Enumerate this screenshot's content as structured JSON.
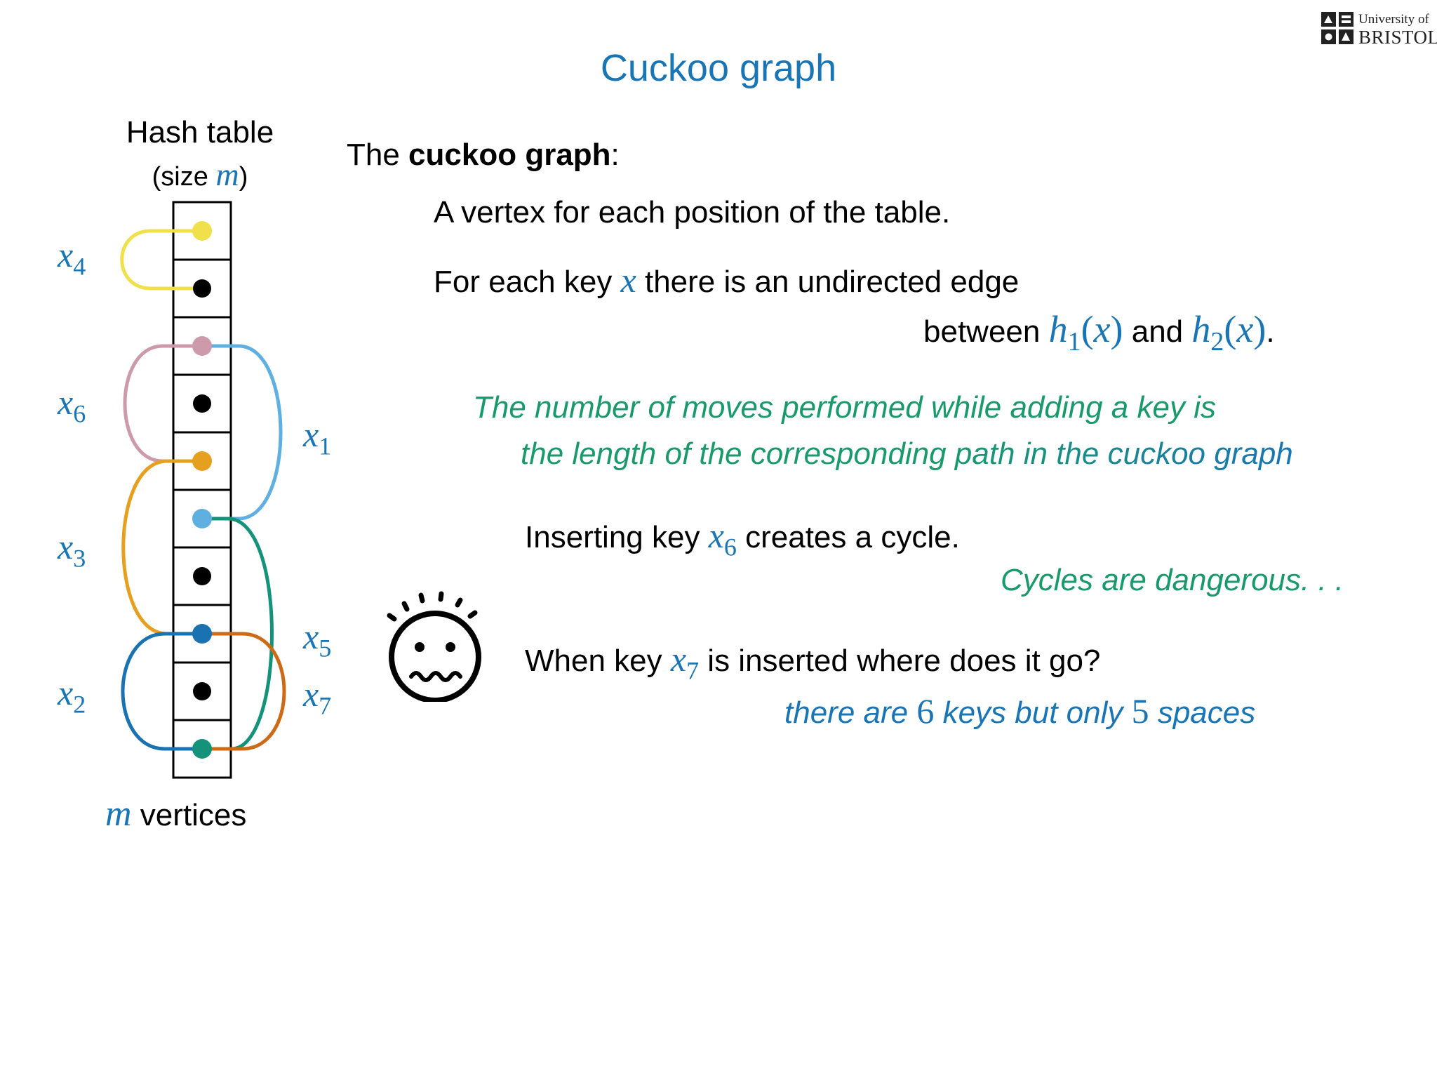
{
  "logo": {
    "line1": "University of",
    "line2": "BRISTOL"
  },
  "title": "Cuckoo graph",
  "hash_table": {
    "label": "Hash table",
    "size_prefix": "(size ",
    "size_var": "m",
    "size_suffix": ")"
  },
  "footer": {
    "var": "m",
    "text": " vertices"
  },
  "keys": {
    "x4": {
      "var": "x",
      "sub": "4"
    },
    "x6": {
      "var": "x",
      "sub": "6"
    },
    "x3": {
      "var": "x",
      "sub": "3"
    },
    "x2": {
      "var": "x",
      "sub": "2"
    },
    "x1": {
      "var": "x",
      "sub": "1"
    },
    "x5": {
      "var": "x",
      "sub": "5"
    },
    "x7": {
      "var": "x",
      "sub": "7"
    }
  },
  "colors": {
    "x4": "#f0e04c",
    "x6": "#cc9aaa",
    "x3": "#e5a020",
    "x2": "#1a72b0",
    "x1": "#5fb0e0",
    "x5": "#cc6a15",
    "x7": "#15937a",
    "dot": "#000000"
  },
  "intro": {
    "prefix": "The ",
    "bold": "cuckoo graph",
    "suffix": ":"
  },
  "line_vertex": "A vertex for each position of the table.",
  "line_edge": {
    "prefix": "For each key ",
    "var": "x",
    "suffix": " there is an undirected edge"
  },
  "line_between": {
    "between": "between ",
    "h1": "h",
    "h1sub": "1",
    "arg1": "(",
    "x1": "x",
    "close1": ")",
    "and": " and ",
    "h2": "h",
    "h2sub": "2",
    "arg2": "(",
    "x2": "x",
    "close2": ")",
    "period": "."
  },
  "moves": {
    "line1": "The number of moves performed while adding a key is",
    "line2": "the length of the corresponding path in the cuckoo graph"
  },
  "insert": {
    "prefix": "Inserting key ",
    "var": "x",
    "sub": "6",
    "suffix": " creates a cycle."
  },
  "dangerous": "Cycles are dangerous. . .",
  "when": {
    "prefix": "When key ",
    "var": "x",
    "sub": "7",
    "suffix": " is inserted where does it go?"
  },
  "there": {
    "prefix": "there are ",
    "n1": "6",
    "mid": " keys but only ",
    "n2": "5",
    "suffix": " spaces"
  }
}
